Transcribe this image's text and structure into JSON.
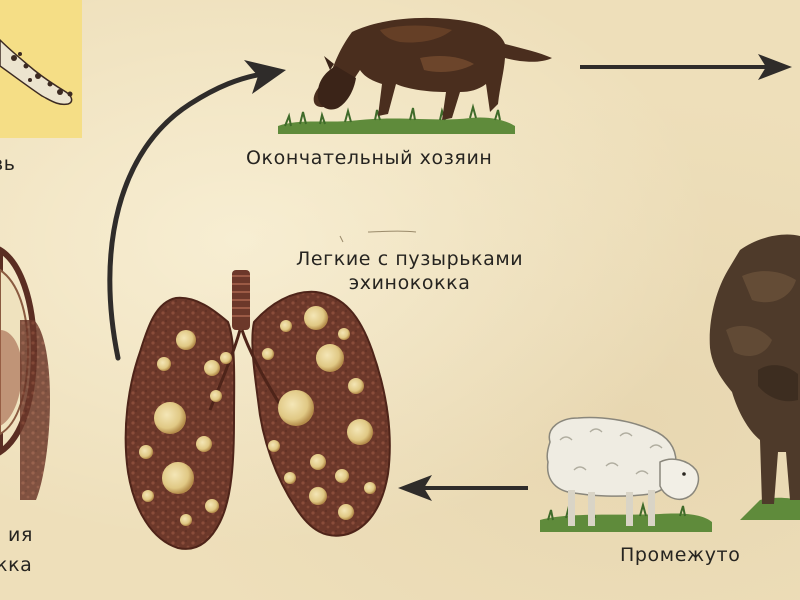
{
  "labels": {
    "final_host": "Окончательный хозяин",
    "lungs_line1": "Легкие с пузырьками",
    "lungs_line2": "эхинококка",
    "intermediate_host": "Промежуто",
    "top_left_fragment": "вь",
    "bottom_left_line1": "ия",
    "bottom_left_line2": "кка"
  },
  "colors": {
    "paper": "#eedfba",
    "lung": "#6e3a2c",
    "cyst": "#e3cf8e",
    "arrow": "#2f2c2a",
    "dog": "#4a2e1e",
    "sheep": "#efece2",
    "cow": "#4e3a2a",
    "grass": "#5d8a3a",
    "label_bg_yellow": "#f6e08a"
  },
  "icons": [
    "dog-icon",
    "sheep-icon",
    "cow-icon",
    "lungs-icon",
    "arrow-right-icon",
    "arrow-left-icon",
    "curved-arrow-up-icon"
  ]
}
